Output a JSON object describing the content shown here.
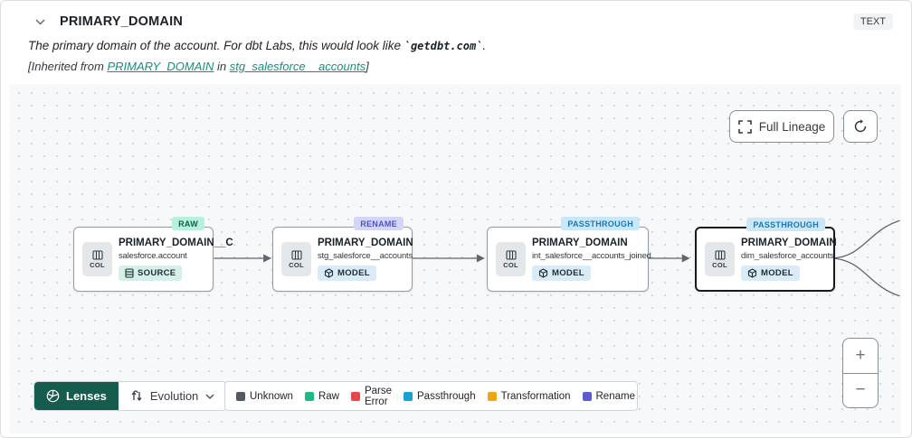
{
  "header": {
    "title": "PRIMARY_DOMAIN",
    "type_badge": "TEXT",
    "description_prefix": "The primary domain of the account. For dbt Labs, this would look like ",
    "description_code": "`getdbt.com`",
    "description_suffix": ".",
    "inherited_prefix": "[Inherited from ",
    "inherited_link_column": "PRIMARY_DOMAIN",
    "inherited_middle": " in ",
    "inherited_link_model": "stg_salesforce__accounts",
    "inherited_suffix": "]"
  },
  "controls": {
    "full_lineage_label": "Full Lineage",
    "zoom_in_label": "+",
    "zoom_out_label": "−"
  },
  "nodes": [
    {
      "tag": "RAW",
      "title": "PRIMARY_DOMAIN__C",
      "subtitle": "salesforce.account",
      "badge": "SOURCE",
      "col_label": "COL"
    },
    {
      "tag": "RENAME",
      "title": "PRIMARY_DOMAIN",
      "subtitle": "stg_salesforce__accounts",
      "badge": "MODEL",
      "col_label": "COL"
    },
    {
      "tag": "PASSTHROUGH",
      "title": "PRIMARY_DOMAIN",
      "subtitle": "int_salesforce__accounts_joined",
      "badge": "MODEL",
      "col_label": "COL"
    },
    {
      "tag": "PASSTHROUGH",
      "title": "PRIMARY_DOMAIN",
      "subtitle": "dim_salesforce_accounts",
      "badge": "MODEL",
      "col_label": "COL"
    }
  ],
  "toolbar": {
    "lenses_label": "Lenses",
    "lens_selected": "Evolution"
  },
  "legend": {
    "items": [
      {
        "label": "Unknown",
        "color": "#54595f"
      },
      {
        "label": "Raw",
        "color": "#1fb886"
      },
      {
        "label": "Parse Error",
        "color": "#e5484d"
      },
      {
        "label": "Passthrough",
        "color": "#18a0d7"
      },
      {
        "label": "Transformation",
        "color": "#f2a60d"
      },
      {
        "label": "Rename",
        "color": "#5a5dd0"
      }
    ]
  },
  "colors": {
    "lenses_button_bg": "#155c4e",
    "tag_raw_bg": "#b7f0dc",
    "tag_rename_bg": "#d3d6f7",
    "tag_passthrough_bg": "#c9e7f8",
    "link_teal": "#12917f"
  }
}
